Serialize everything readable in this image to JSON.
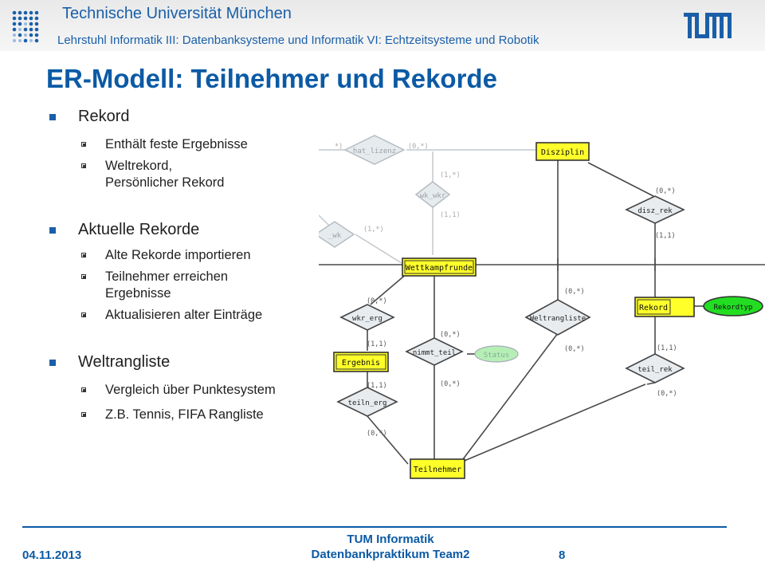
{
  "header": {
    "university": "Technische Universität München",
    "chair": "Lehrstuhl Informatik III: Datenbanksysteme und Informatik VI: Echtzeitsysteme und Robotik",
    "logo": "TUM-logo"
  },
  "slide": {
    "title": "ER-Modell: Teilnehmer und Rekorde",
    "bullets": [
      {
        "text": "Rekord",
        "sub": [
          "Enthält feste Ergebnisse",
          "Weltrekord,",
          "Persönlicher Rekord"
        ]
      },
      {
        "text": "Aktuelle Rekorde",
        "sub": [
          "Alte Rekorde importieren",
          "Teilnehmer erreichen",
          "Ergebnisse",
          "Aktualisieren alter Einträge"
        ]
      },
      {
        "text": "Weltrangliste",
        "sub": [
          "Vergleich über Punktesystem",
          "Z.B. Tennis, FIFA Rangliste"
        ]
      }
    ]
  },
  "diagram": {
    "entities": {
      "disziplin": "Disziplin",
      "wettkampfrunde": "Wettkampfrunde",
      "rekord": "Rekord",
      "ergebnis": "Ergebnis",
      "teilnehmer": "Teilnehmer"
    },
    "relations": {
      "hat_lizenz": "hat_lizenz",
      "wk_wkr": "wk_wkr",
      "wk": "_wk",
      "disz_rek": "disz_rek",
      "weltrangliste": "Weltrangliste",
      "wkr_erg": "wkr_erg",
      "nimmt_teil": "nimmt_teil",
      "teil_rek": "teil_rek",
      "teiln_erg": "teiln_erg"
    },
    "attributes": {
      "rekordtyp": "Rekordtyp",
      "status": "Status"
    },
    "cardinalities": {
      "c_hatliz_left": "*)",
      "c_hatliz_right": "(0,*)",
      "c_wkwkr_top": "(1,*)",
      "c_wkwkr_bottom": "(1,1)",
      "c_wk": "(1,*)",
      "c_disz_top": "(0,*)",
      "c_disz_bottom": "(1,1)",
      "c_wkrerg_top": "(0,*)",
      "c_wkrerg_bottom": "(1,1)",
      "c_nimmt_top": "(0,*)",
      "c_nimmt_bottom": "(0,*)",
      "c_welt_top": "(0,*)",
      "c_welt_bottom": "(0,*)",
      "c_teilrek_top": "(1,1)",
      "c_teilrek_bottom": "(0,*)",
      "c_teilnerg_top": "(1,1)",
      "c_teilnerg_bottom": "(0,*)"
    }
  },
  "footer": {
    "date": "04.11.2013",
    "line1": "TUM Informatik",
    "line2": "Datenbankpraktikum Team2",
    "page": "8"
  }
}
